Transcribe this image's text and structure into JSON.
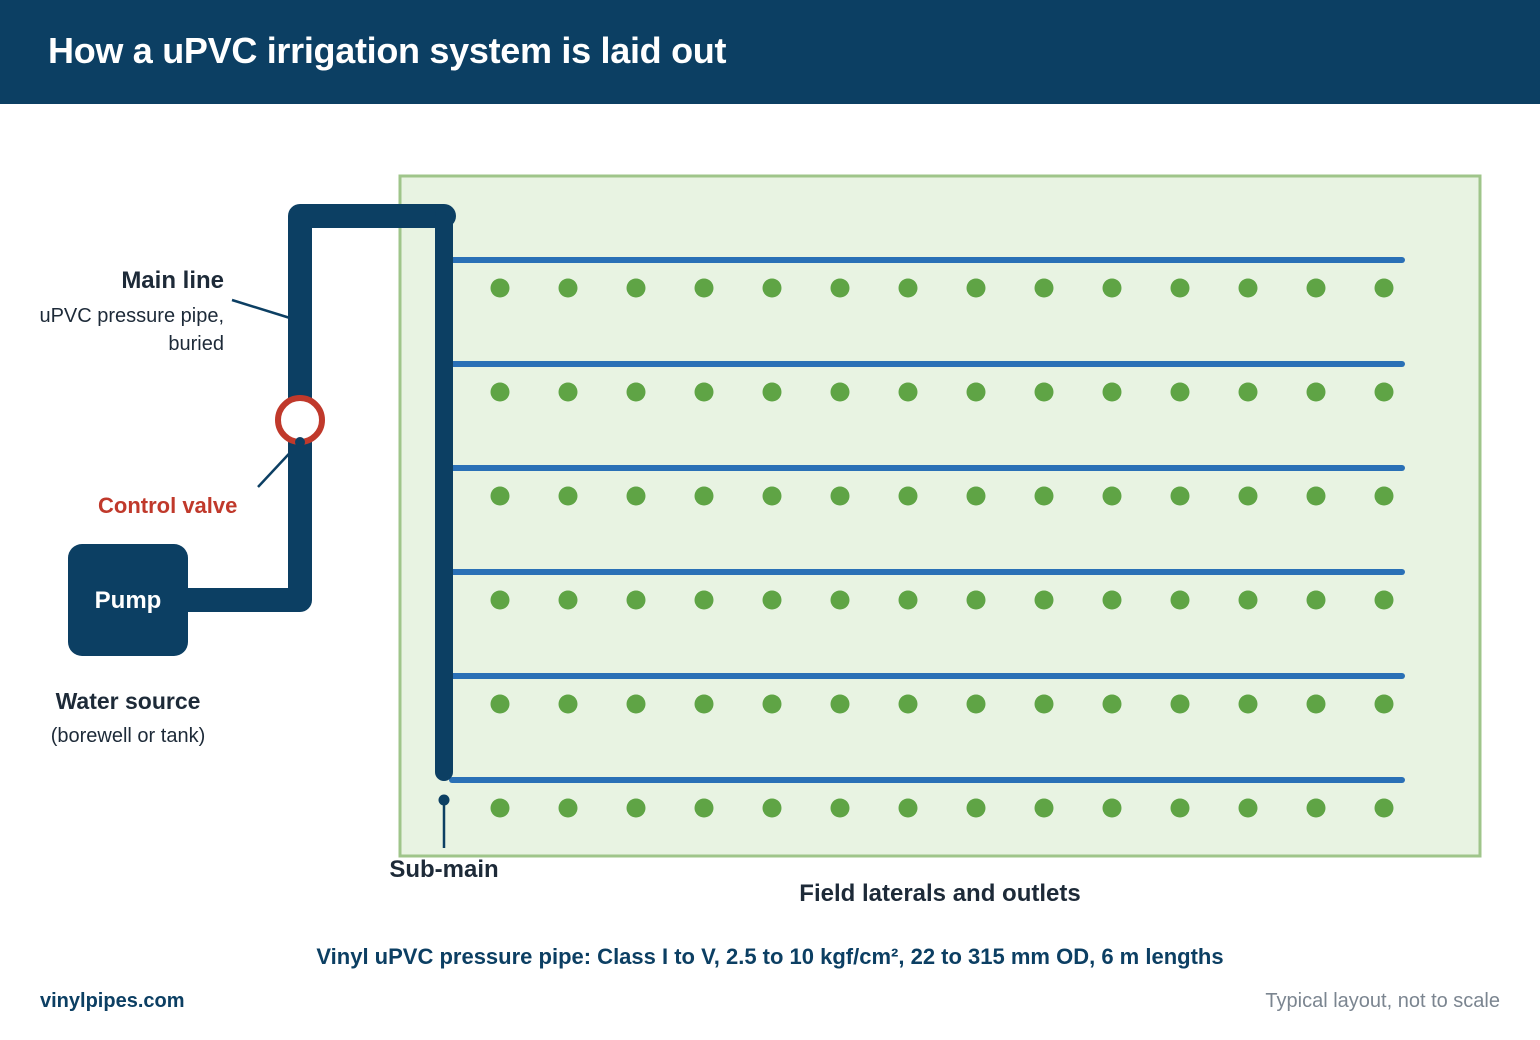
{
  "header": {
    "title": "How a uPVC irrigation system is laid out"
  },
  "labels": {
    "main_line_title": "Main line",
    "main_line_sub1": "uPVC pressure pipe,",
    "main_line_sub2": "buried",
    "control_valve": "Control valve",
    "pump": "Pump",
    "water_source_title": "Water source",
    "water_source_sub": "(borewell or tank)",
    "sub_main": "Sub-main",
    "field": "Field laterals and outlets"
  },
  "footer": {
    "spec": "Vinyl uPVC pressure pipe: Class I to V, 2.5 to 10 kgf/cm², 22 to 315 mm OD, 6 m lengths",
    "site": "vinylpipes.com",
    "note": "Typical layout, not to scale"
  },
  "colors": {
    "header_bg": "#0c3f63",
    "main_pipe": "#0c3f63",
    "lateral_pipe": "#2a70b6",
    "outlet": "#5fa445",
    "field_bg": "#e8f3e2",
    "field_border": "#9fc58a",
    "valve": "#c0392b"
  },
  "layout_counts": {
    "laterals": 6,
    "outlets_per_lateral": 14
  }
}
